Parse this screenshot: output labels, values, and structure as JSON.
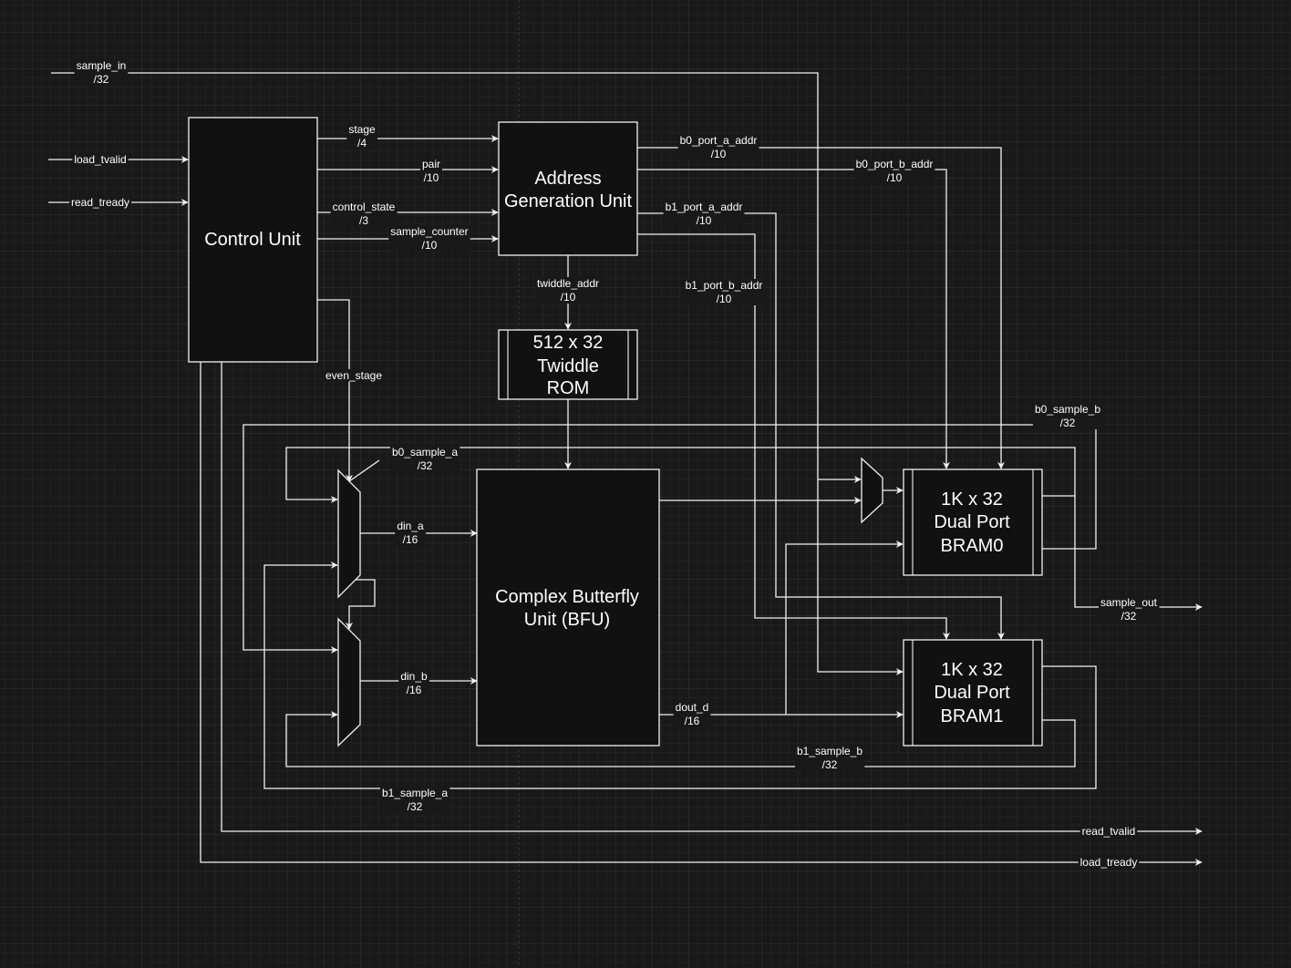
{
  "blocks": {
    "control_unit": "Control Unit",
    "agu": [
      "Address",
      "Generation Unit"
    ],
    "rom": [
      "512 x 32",
      "Twiddle",
      "ROM"
    ],
    "bfu": [
      "Complex Butterfly",
      "Unit (BFU)"
    ],
    "bram0": [
      "1K x 32",
      "Dual Port",
      "BRAM0"
    ],
    "bram1": [
      "1K x 32",
      "Dual Port",
      "BRAM1"
    ]
  },
  "signals": {
    "sample_in": {
      "name": "sample_in",
      "width": "/32"
    },
    "load_tvalid": {
      "name": "load_tvalid"
    },
    "read_tready": {
      "name": "read_tready"
    },
    "stage": {
      "name": "stage",
      "width": "/4"
    },
    "pair": {
      "name": "pair",
      "width": "/10"
    },
    "control_state": {
      "name": "control_state",
      "width": "/3"
    },
    "sample_counter": {
      "name": "sample_counter",
      "width": "/10"
    },
    "even_stage": {
      "name": "even_stage"
    },
    "twiddle_addr": {
      "name": "twiddle_addr",
      "width": "/10"
    },
    "b0_port_a_addr": {
      "name": "b0_port_a_addr",
      "width": "/10"
    },
    "b0_port_b_addr": {
      "name": "b0_port_b_addr",
      "width": "/10"
    },
    "b1_port_a_addr": {
      "name": "b1_port_a_addr",
      "width": "/10"
    },
    "b1_port_b_addr": {
      "name": "b1_port_b_addr",
      "width": "/10"
    },
    "b0_sample_a": {
      "name": "b0_sample_a",
      "width": "/32"
    },
    "b0_sample_b": {
      "name": "b0_sample_b",
      "width": "/32"
    },
    "b1_sample_a": {
      "name": "b1_sample_a",
      "width": "/32"
    },
    "b1_sample_b": {
      "name": "b1_sample_b",
      "width": "/32"
    },
    "din_a": {
      "name": "din_a",
      "width": "/16"
    },
    "din_b": {
      "name": "din_b",
      "width": "/16"
    },
    "dout_d": {
      "name": "dout_d",
      "width": "/16"
    },
    "sample_out": {
      "name": "sample_out",
      "width": "/32"
    },
    "read_tvalid": {
      "name": "read_tvalid"
    },
    "load_tready": {
      "name": "load_tready"
    }
  }
}
